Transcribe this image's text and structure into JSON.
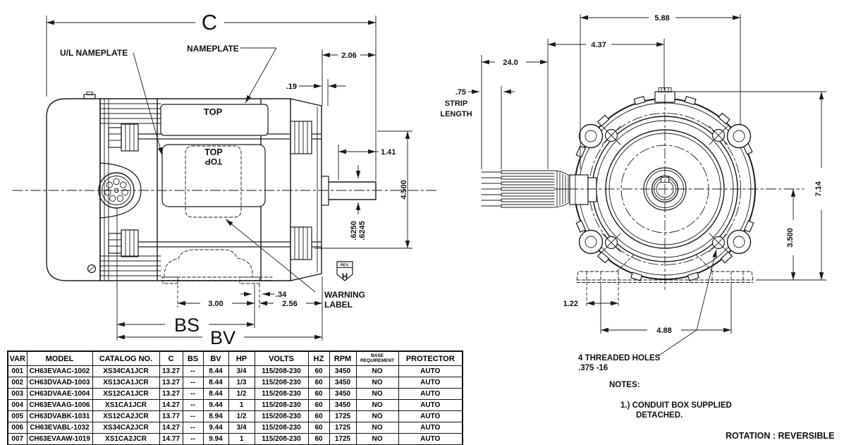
{
  "side_view": {
    "dim_c": "C",
    "label_ul_nameplate": "U/L NAMEPLATE",
    "label_nameplate": "NAMEPLATE",
    "dim_2_06": "2.06",
    "dim_0_19": ".19",
    "nameplate_top_text": "TOP",
    "ul_label_top_text": "TOP",
    "ul_label_top_text_rotated": "TOP",
    "dim_1_41": "1.41",
    "dim_4_500": "4.500",
    "shaft_dia_max": ".6250",
    "shaft_dia_min": ".6245",
    "rev_label": "REV.",
    "rev_letter": "H",
    "label_warning_line1": "WARNING",
    "label_warning_line2": "LABEL",
    "dim_0_34": ".34",
    "dim_3_00": "3.00",
    "dim_2_56": "2.56",
    "dim_bs": "BS",
    "dim_bv": "BV"
  },
  "end_view": {
    "dim_5_88": "5.88",
    "dim_4_37": "4.37",
    "dim_24_0": "24.0",
    "strip_dim": ".75",
    "strip_label_line1": "STRIP",
    "strip_label_line2": "LENGTH",
    "dim_7_14": "7.14",
    "dim_3_500": "3.500",
    "dim_1_22": "1.22",
    "dim_4_88": "4.88",
    "threaded_holes_line1": "4 THREADED HOLES",
    "threaded_holes_line2": ".375 -16",
    "notes_title": "NOTES:",
    "note1_line1": "1.) CONDUIT BOX SUPPLIED",
    "note1_line2": "DETACHED.",
    "rotation_note": "ROTATION : REVERSIBLE"
  },
  "table": {
    "columns": [
      "VAR",
      "MODEL",
      "CATALOG NO.",
      "C",
      "BS",
      "BV",
      "HP",
      "VOLTS",
      "HZ",
      "RPM",
      "BASE\nREQUIREMENT",
      "PROTECTOR"
    ],
    "rows": [
      [
        "001",
        "CH63EVAAC-1002",
        "XS34CA1JCR",
        "13.27",
        "--",
        "8.44",
        "3/4",
        "115/208-230",
        "60",
        "3450",
        "NO",
        "AUTO"
      ],
      [
        "002",
        "CH63DVAAD-1003",
        "XS13CA1JCR",
        "13.27",
        "--",
        "8.44",
        "1/3",
        "115/208-230",
        "60",
        "3450",
        "NO",
        "AUTO"
      ],
      [
        "003",
        "CH63DVAAE-1004",
        "XS12CA1JCR",
        "13.27",
        "--",
        "8.44",
        "1/2",
        "115/208-230",
        "60",
        "3450",
        "NO",
        "AUTO"
      ],
      [
        "004",
        "CH63EVAAG-1006",
        "XS1CA1JCR",
        "14.27",
        "--",
        "9.44",
        "1",
        "115/208-230",
        "60",
        "3450",
        "NO",
        "AUTO"
      ],
      [
        "005",
        "CH63DVABK-1031",
        "XS12CA2JCR",
        "13.77",
        "--",
        "8.94",
        "1/2",
        "115/208-230",
        "60",
        "1725",
        "NO",
        "AUTO"
      ],
      [
        "006",
        "CH63EVABL-1032",
        "XS34CA2JCR",
        "14.27",
        "--",
        "9.44",
        "3/4",
        "115/208-230",
        "60",
        "1725",
        "NO",
        "AUTO"
      ],
      [
        "007",
        "CH63EVAAW-1019",
        "XS1CA2JCR",
        "14.77",
        "--",
        "9.94",
        "1",
        "115/208-230",
        "60",
        "1725",
        "NO",
        "AUTO"
      ]
    ]
  }
}
